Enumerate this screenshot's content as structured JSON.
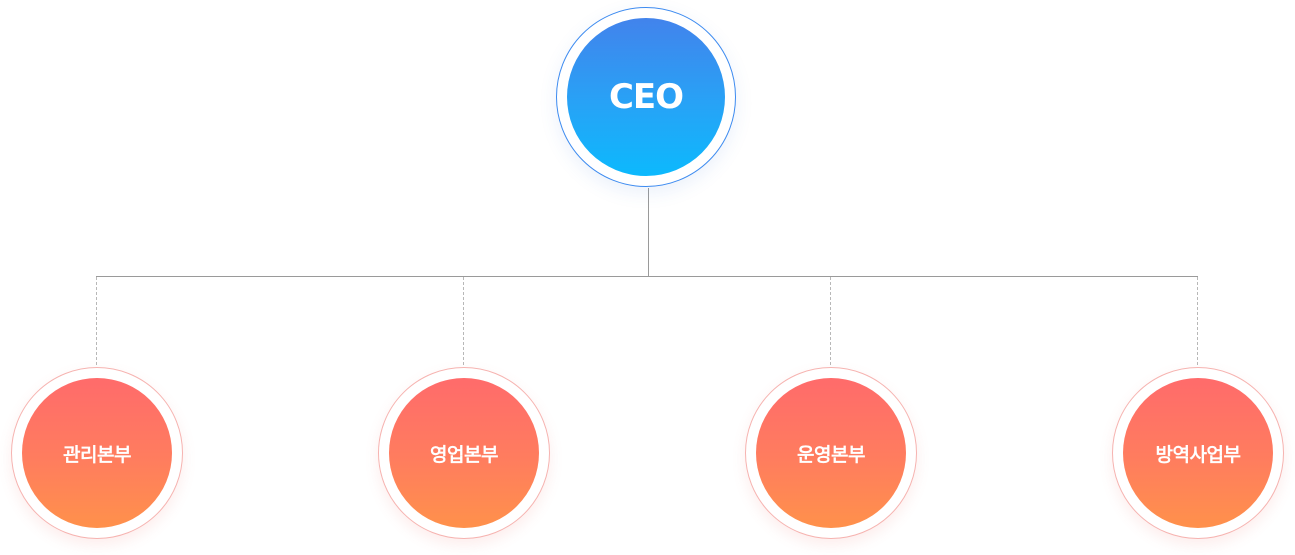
{
  "ceo": {
    "label": "CEO"
  },
  "departments": [
    {
      "label": "관리본부"
    },
    {
      "label": "영업본부"
    },
    {
      "label": "운영본부"
    },
    {
      "label": "방역사업부"
    }
  ],
  "colors": {
    "ceo_gradient_top": "#4283ec",
    "ceo_gradient_bottom": "#0cb9fd",
    "ceo_ring": "#3d8bf0",
    "dept_gradient_top": "#ff6b6b",
    "dept_gradient_bottom": "#ff914b",
    "dept_ring": "#f6b3b0",
    "connector": "#9a9a9a"
  }
}
